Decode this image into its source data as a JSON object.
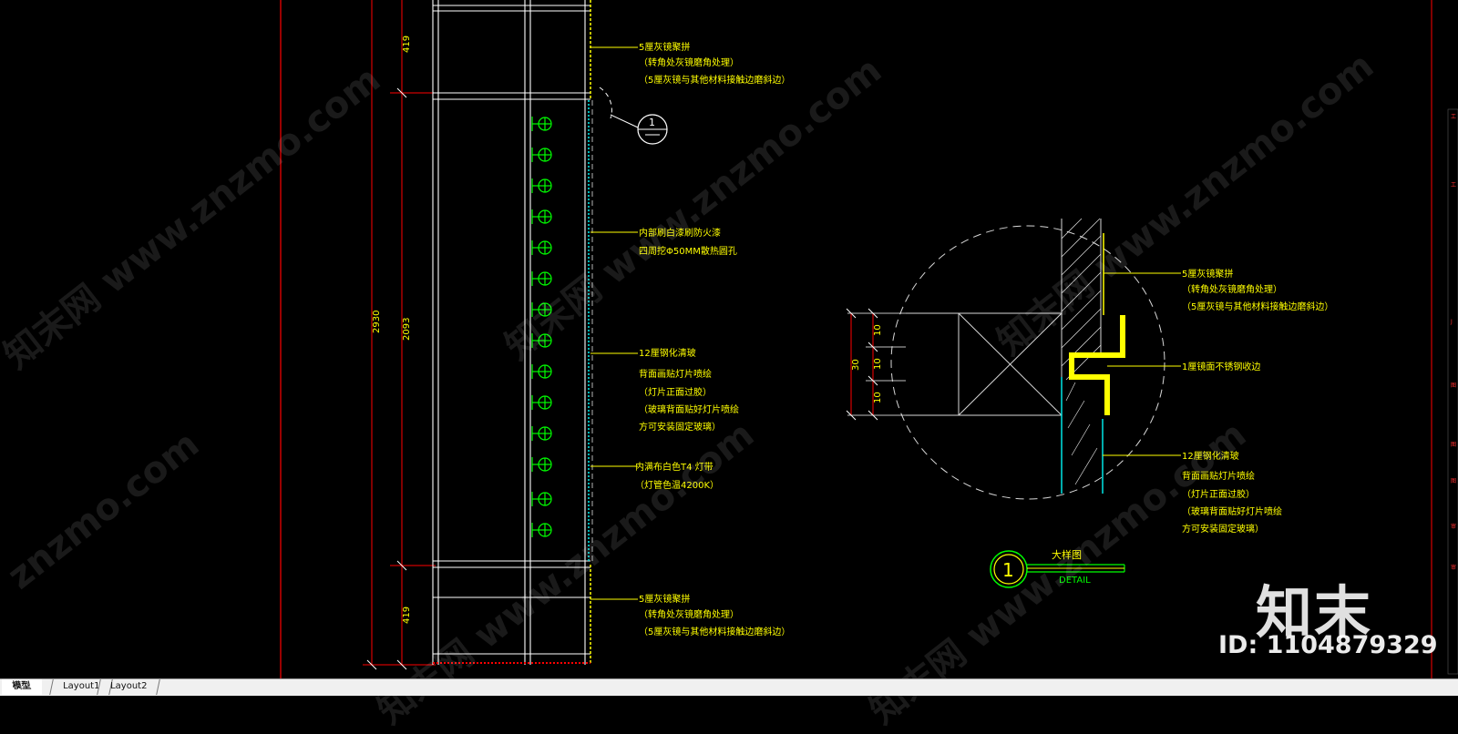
{
  "colors": {
    "background": "#000000",
    "line_white": "#d8d8d8",
    "annotation_yellow": "#ffff00",
    "dimension_red": "#ff0000",
    "fixture_green": "#00ff00",
    "glass_cyan": "#00e5e5"
  },
  "dimensions": {
    "total": "2930",
    "top": "419",
    "middle": "2093",
    "bottom": "419",
    "detail_total": "30",
    "detail_1": "10",
    "detail_2": "10",
    "detail_3": "10"
  },
  "section_callout": {
    "number": "1"
  },
  "elevation_notes": {
    "top_mirror": [
      "5厘灰镜聚拼",
      "（转角处灰镜磨角处理）",
      "（5厘灰镜与其他材料接触边磨斜边）"
    ],
    "inner_box": [
      "内部刷白漆刷防火漆",
      "四周挖Φ50MM散热圆孔"
    ],
    "glass": [
      "12厘钢化清玻",
      "背面画贴灯片喷绘",
      "（灯片正面过胶）",
      "（玻璃背面贴好灯片喷绘",
      "方可安装固定玻璃）"
    ],
    "light": [
      "内满布白色T4 灯带",
      "（灯管色温4200K）"
    ],
    "bottom_mirror": [
      "5厘灰镜聚拼",
      "（转角处灰镜磨角处理）",
      "（5厘灰镜与其他材料接触边磨斜边）"
    ]
  },
  "detail_notes": {
    "mirror": [
      "5厘灰镜聚拼",
      "（转角处灰镜磨角处理）",
      "（5厘灰镜与其他材料接触边磨斜边）"
    ],
    "steel": [
      "1厘镜面不锈钢收边"
    ],
    "glass": [
      "12厘钢化清玻",
      "背面画贴灯片喷绘",
      "（灯片正面过胶）",
      "（玻璃背面贴好灯片喷绘",
      "方可安装固定玻璃）"
    ]
  },
  "detail_title": {
    "number": "1",
    "name": "大样图",
    "sub": "DETAIL"
  },
  "layout_tabs": [
    "模型",
    "Layout1",
    "Layout2"
  ],
  "watermark": {
    "logo": "知末",
    "id": "ID: 1104879329",
    "site": "znzmo.com",
    "site_alt": "知末网 www.znzmo.com"
  }
}
